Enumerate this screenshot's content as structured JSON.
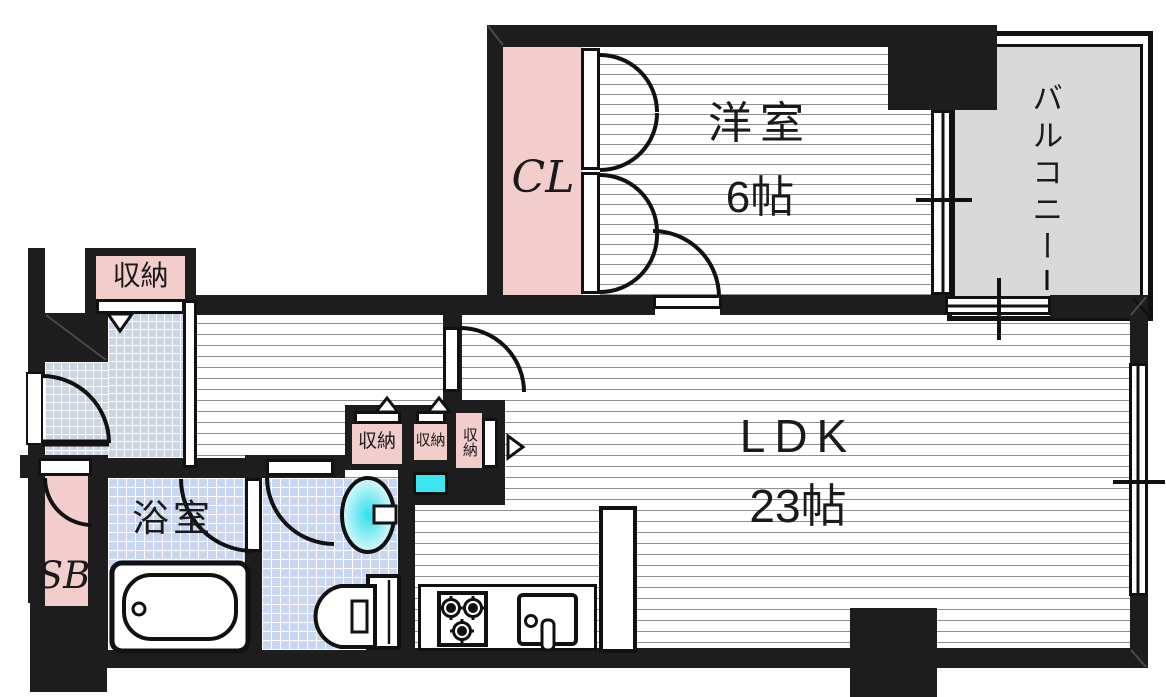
{
  "floorplan": {
    "type": "japanese-apartment-floorplan",
    "rooms": {
      "western": {
        "name": "洋室",
        "size": "6帖"
      },
      "balcony": {
        "name": "バルコニー"
      },
      "ldk": {
        "name": "LDK",
        "size": "23帖"
      },
      "bath": {
        "name": "浴室"
      }
    },
    "labels": {
      "closet": "CL",
      "shoebox": "SB",
      "storage": "収納"
    },
    "fixtures": [
      "bathtub",
      "toilet",
      "washbasin",
      "stove-3-burner",
      "kitchen-sink",
      "refrigerator-space"
    ],
    "colors": {
      "wall": "#1d1d1d",
      "closet_pink": "#f2cdcc",
      "wet_area_tile": "#c9d6f1",
      "entrance_tile": "#ccd5e3",
      "balcony_gray": "#d9d9d9",
      "accent_cyan": "#3ee4ef",
      "basin_cyan": "#2fe0ea"
    }
  }
}
